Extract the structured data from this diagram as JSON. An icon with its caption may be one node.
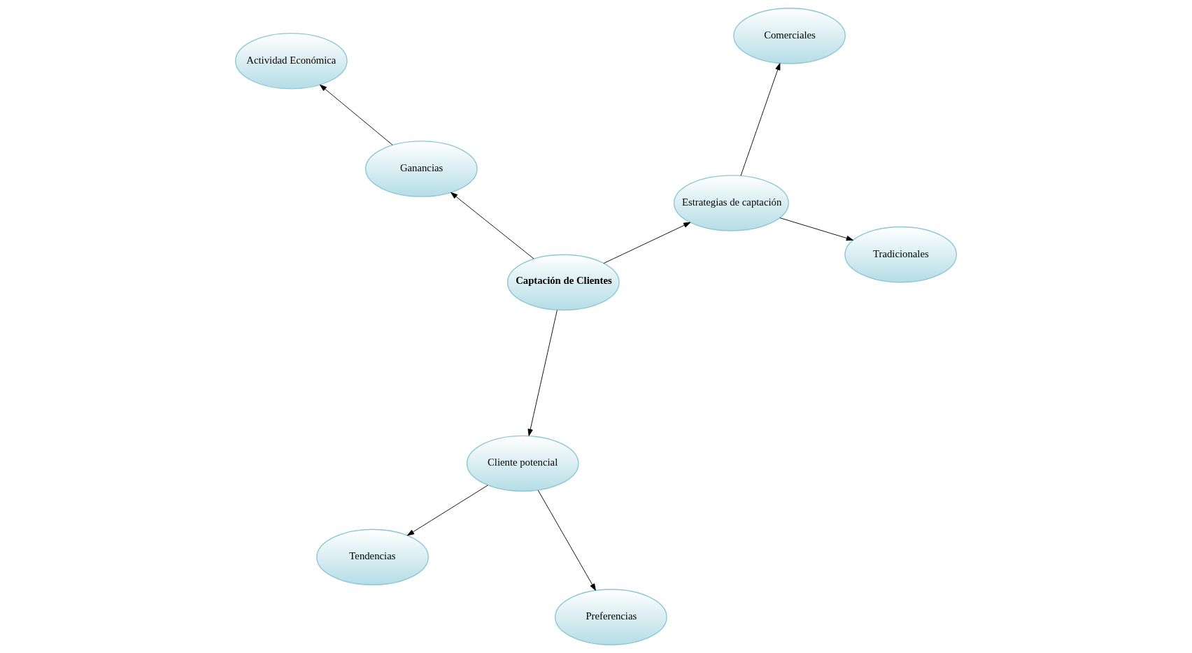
{
  "diagram": {
    "nodes": [
      {
        "text": [
          "Captación de Clientes"
        ]
      },
      {
        "text": [
          "Estrategias de captación"
        ]
      },
      {
        "text": [
          "Tradicionales"
        ]
      },
      {
        "text": [
          "Comerciales"
        ]
      },
      {
        "text": [
          "Ganancias"
        ]
      },
      {
        "text": [
          "Actividad Económica"
        ]
      },
      {
        "text": [
          "Cliente potencial"
        ]
      },
      {
        "text": [
          "Preferencias"
        ]
      },
      {
        "text": [
          "Tendencias"
        ]
      }
    ],
    "edges": [
      {
        "from": 0,
        "to": 1,
        "arrow": "to"
      },
      {
        "from": 1,
        "to": 2,
        "arrow": "to"
      },
      {
        "from": 1,
        "to": 3,
        "arrow": "to"
      },
      {
        "from": 0,
        "to": 4,
        "arrow": "to"
      },
      {
        "from": 4,
        "to": 5,
        "arrow": "to"
      },
      {
        "from": 0,
        "to": 6,
        "arrow": "to"
      },
      {
        "from": 6,
        "to": 7,
        "arrow": "to"
      },
      {
        "from": 6,
        "to": 8,
        "arrow": "to"
      }
    ]
  }
}
